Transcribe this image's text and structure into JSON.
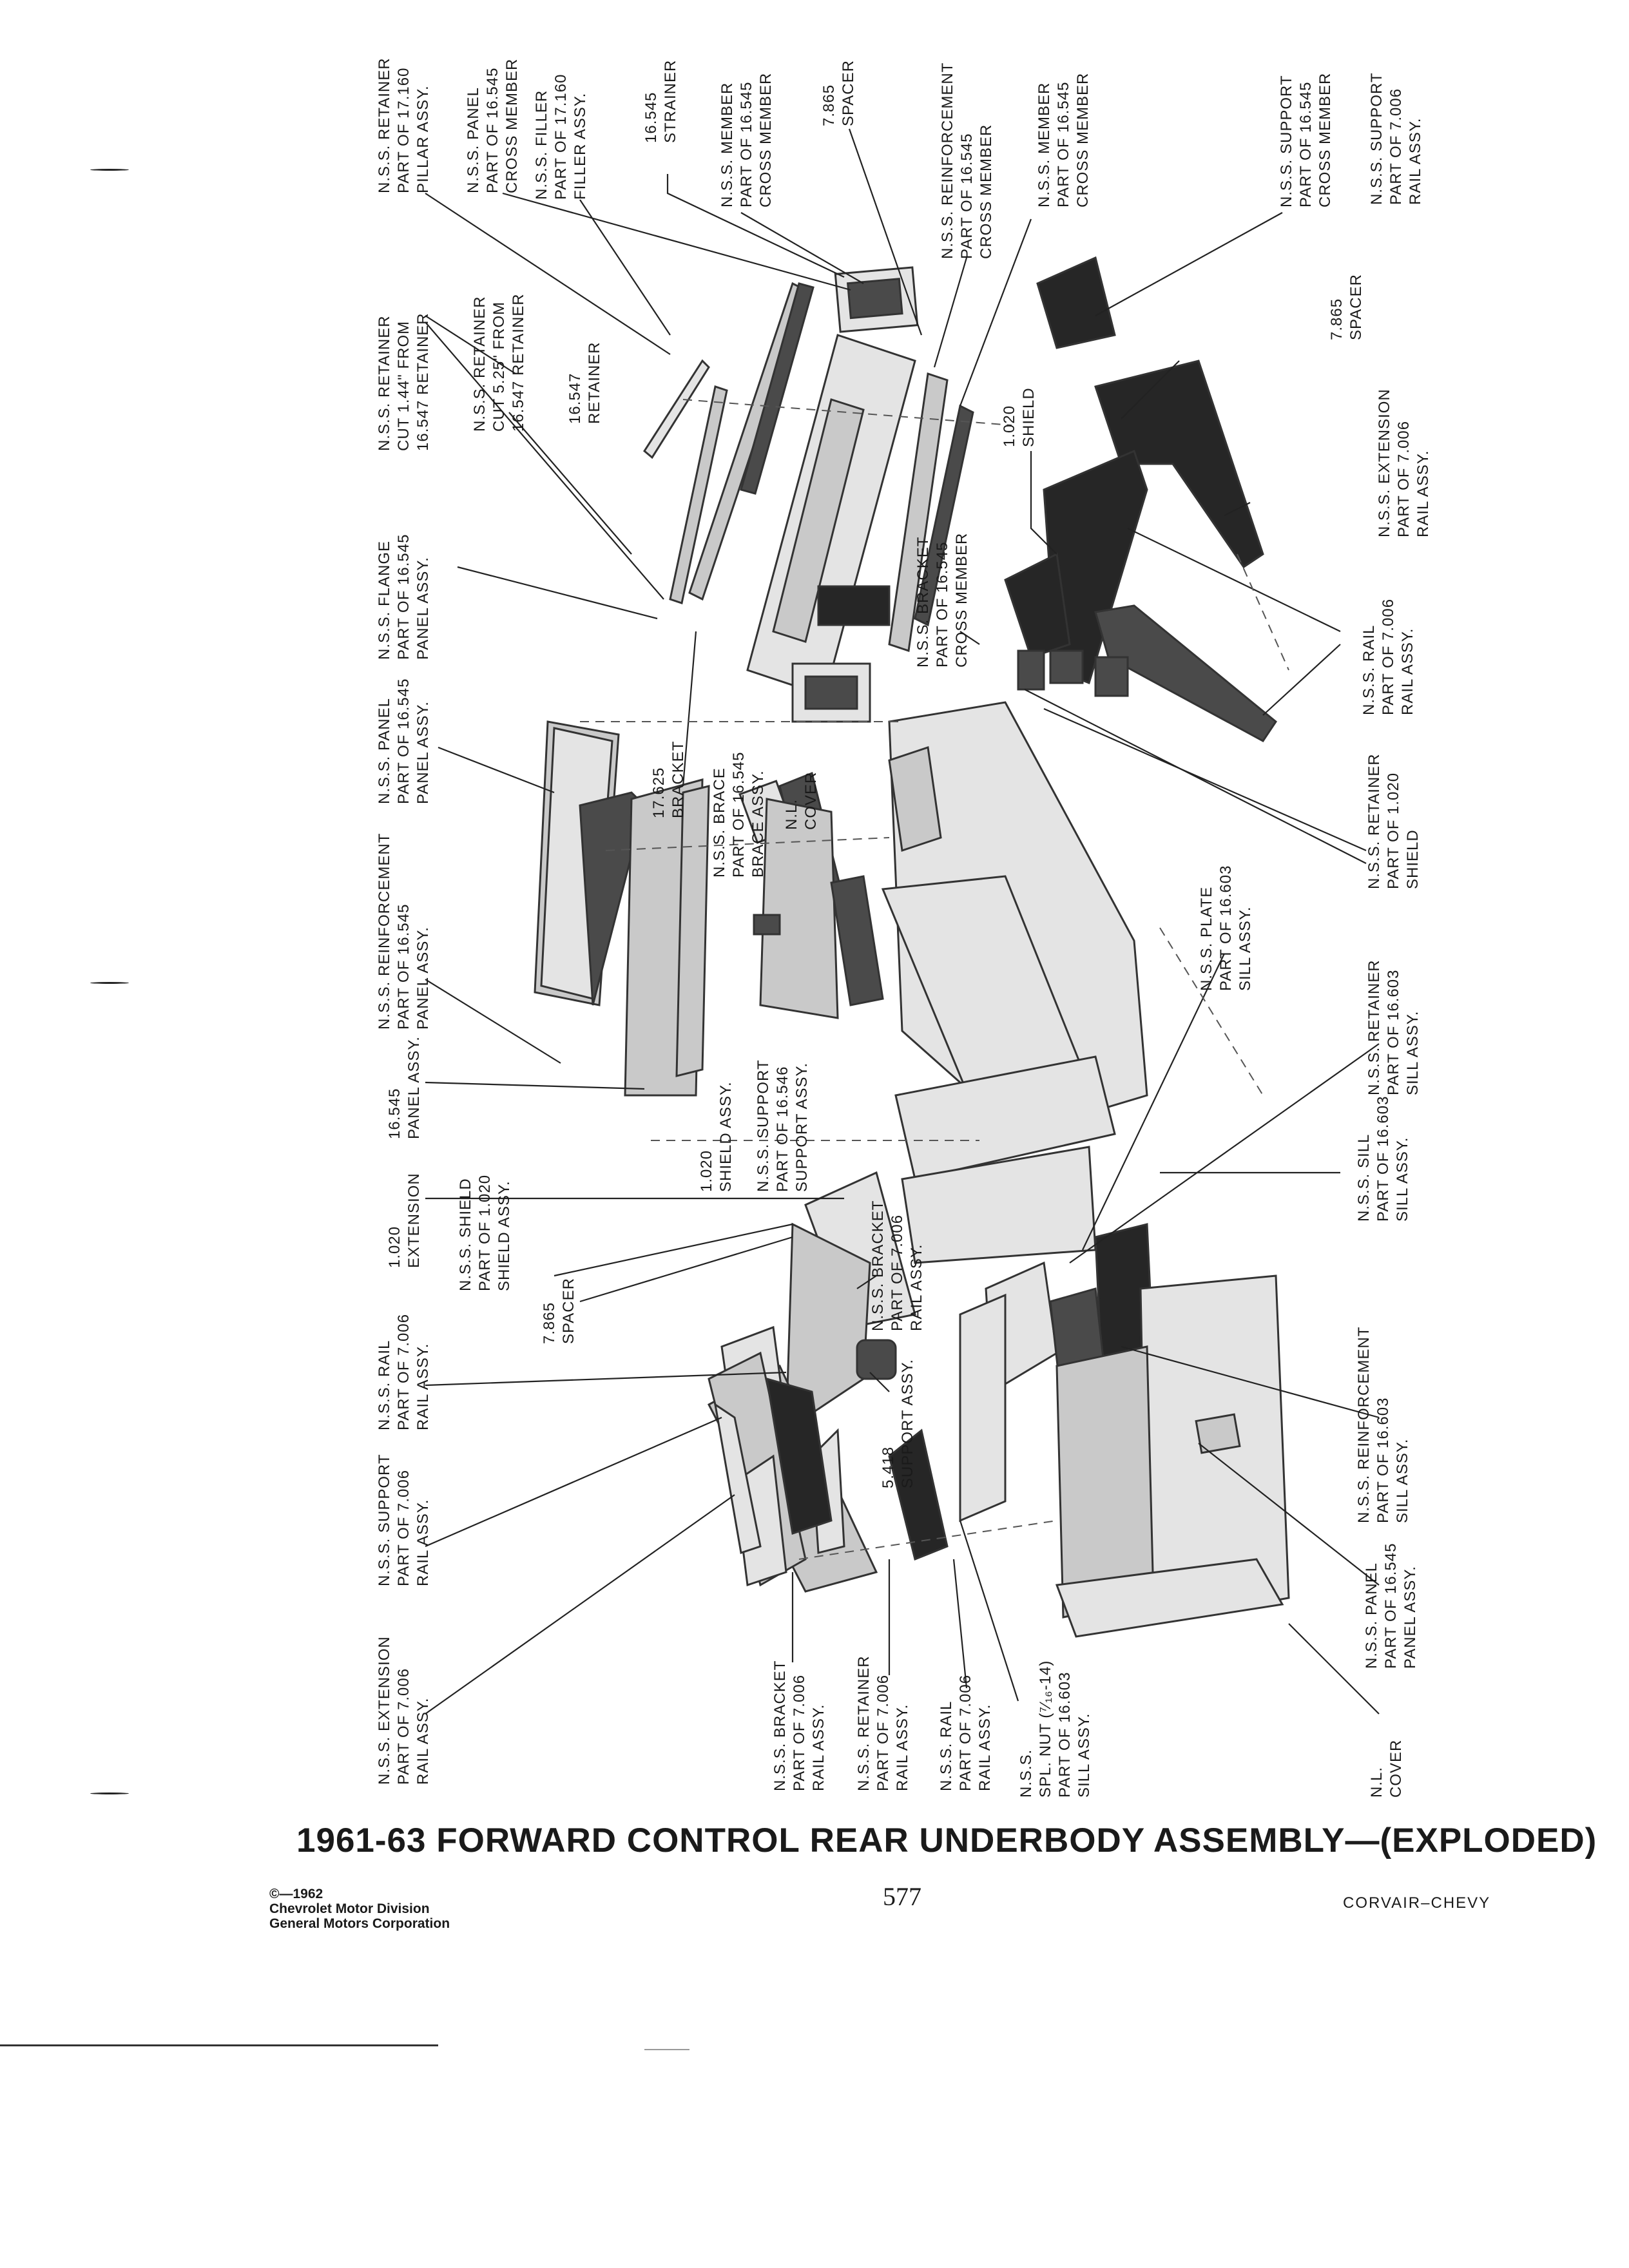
{
  "labels": [
    {
      "id": "nss-retainer-17160",
      "lines": [
        "N.S.S. RETAINER",
        "PART OF 17.160",
        "PILLAR ASSY."
      ]
    },
    {
      "id": "nss-panel-16545-cross",
      "lines": [
        "N.S.S. PANEL",
        "PART OF 16.545",
        "CROSS MEMBER"
      ]
    },
    {
      "id": "nss-filler-17160",
      "lines": [
        "N.S.S. FILLER",
        "PART OF 17.160",
        "FILLER ASSY."
      ]
    },
    {
      "id": "strainer-16545",
      "lines": [
        "16.545",
        "STRAINER"
      ]
    },
    {
      "id": "nss-member-16545-a",
      "lines": [
        "N.S.S. MEMBER",
        "PART OF 16.545",
        "CROSS MEMBER"
      ]
    },
    {
      "id": "spacer-7865-top",
      "lines": [
        "7.865",
        "SPACER"
      ]
    },
    {
      "id": "nss-reinforcement-16545-cross",
      "lines": [
        "N.S.S. REINFORCEMENT",
        "PART OF 16.545",
        "CROSS MEMBER"
      ]
    },
    {
      "id": "nss-member-16545-b",
      "lines": [
        "N.S.S. MEMBER",
        "PART OF 16.545",
        "CROSS MEMBER"
      ]
    },
    {
      "id": "nss-support-16545-cross",
      "lines": [
        "N.S.S. SUPPORT",
        "PART OF 16.545",
        "CROSS MEMBER"
      ]
    },
    {
      "id": "nss-support-7006-top",
      "lines": [
        "N.S.S. SUPPORT",
        "PART OF 7.006",
        "RAIL ASSY."
      ]
    },
    {
      "id": "nss-retainer-cut-144",
      "lines": [
        "N.S.S. RETAINER",
        "CUT 1.44\" FROM",
        "16.547 RETAINER"
      ]
    },
    {
      "id": "nss-retainer-cut-525",
      "lines": [
        "N.S.S. RETAINER",
        "CUT 5.25\" FROM",
        "16.547 RETAINER"
      ]
    },
    {
      "id": "retainer-16547",
      "lines": [
        "16.547",
        "RETAINER"
      ]
    },
    {
      "id": "spacer-7865-right",
      "lines": [
        "7.865",
        "SPACER"
      ]
    },
    {
      "id": "shield-1020-top",
      "lines": [
        "1.020",
        "SHIELD"
      ]
    },
    {
      "id": "nss-extension-7006-top",
      "lines": [
        "N.S.S. EXTENSION",
        "PART OF 7.006",
        "RAIL ASSY."
      ]
    },
    {
      "id": "nss-flange-16545",
      "lines": [
        "N.S.S. FLANGE",
        "PART OF 16.545",
        "PANEL ASSY."
      ]
    },
    {
      "id": "nss-bracket-16545-cross",
      "lines": [
        "N.S.S. BRACKET",
        "PART OF 16.545",
        "CROSS MEMBER"
      ]
    },
    {
      "id": "nss-rail-7006-right",
      "lines": [
        "N.S.S. RAIL",
        "PART OF 7.006",
        "RAIL ASSY."
      ]
    },
    {
      "id": "nss-panel-16545-panel",
      "lines": [
        "N.S.S. PANEL",
        "PART OF 16.545",
        "PANEL ASSY."
      ]
    },
    {
      "id": "bracket-17625",
      "lines": [
        "17.625",
        "BRACKET"
      ]
    },
    {
      "id": "nss-brace-16545",
      "lines": [
        "N.S.S. BRACE",
        "PART OF 16.545",
        "BRACE ASSY."
      ]
    },
    {
      "id": "nl-cover-top",
      "lines": [
        "N.L.",
        "COVER"
      ]
    },
    {
      "id": "nss-retainer-1020",
      "lines": [
        "N.S.S. RETAINER",
        "PART OF 1.020",
        "SHIELD"
      ]
    },
    {
      "id": "nss-reinforcement-16545-panel",
      "lines": [
        "N.S.S. REINFORCEMENT",
        "PART OF 16.545",
        "PANEL ASSY."
      ]
    },
    {
      "id": "nss-plate-16603",
      "lines": [
        "N.S.S. PLATE",
        "PART OF 16.603",
        "SILL ASSY."
      ]
    },
    {
      "id": "panel-16545",
      "lines": [
        "16.545",
        "PANEL ASSY."
      ]
    },
    {
      "id": "shield-1020-assy",
      "lines": [
        "1.020",
        "SHIELD ASSY."
      ]
    },
    {
      "id": "nss-support-16546",
      "lines": [
        "N.S.S. SUPPORT",
        "PART OF 16.546",
        "SUPPORT ASSY."
      ]
    },
    {
      "id": "nss-retainer-16603",
      "lines": [
        "N.S.S. RETAINER",
        "PART OF 16.603",
        "SILL ASSY."
      ]
    },
    {
      "id": "extension-1020",
      "lines": [
        "1.020",
        "EXTENSION"
      ]
    },
    {
      "id": "nss-sill-16603",
      "lines": [
        "N.S.S. SILL",
        "PART OF 16.603",
        "SILL ASSY."
      ]
    },
    {
      "id": "nss-shield-1020",
      "lines": [
        "N.S.S. SHIELD",
        "PART OF 1.020",
        "SHIELD ASSY."
      ]
    },
    {
      "id": "spacer-7865-left",
      "lines": [
        "7.865",
        "SPACER"
      ]
    },
    {
      "id": "nss-bracket-7006-mid",
      "lines": [
        "N.S.S. BRACKET",
        "PART OF 7.006",
        "RAIL ASSY."
      ]
    },
    {
      "id": "nss-rail-7006-left",
      "lines": [
        "N.S.S. RAIL",
        "PART OF 7.006",
        "RAIL ASSY."
      ]
    },
    {
      "id": "support-5418",
      "lines": [
        "5.418",
        "SUPPORT ASSY."
      ]
    },
    {
      "id": "nss-reinforcement-16603",
      "lines": [
        "N.S.S. REINFORCEMENT",
        "PART OF 16.603",
        "SILL ASSY."
      ]
    },
    {
      "id": "nss-support-7006-left",
      "lines": [
        "N.S.S. SUPPORT",
        "PART OF 7.006",
        "RAIL ASSY."
      ]
    },
    {
      "id": "nss-panel-16545-bottom",
      "lines": [
        "N.S.S. PANEL",
        "PART OF 16.545",
        "PANEL ASSY."
      ]
    },
    {
      "id": "nss-extension-7006-left",
      "lines": [
        "N.S.S. EXTENSION",
        "PART OF 7.006",
        "RAIL ASSY."
      ]
    },
    {
      "id": "nss-bracket-7006-bottom",
      "lines": [
        "N.S.S. BRACKET",
        "PART OF 7.006",
        "RAIL ASSY."
      ]
    },
    {
      "id": "nss-retainer-7006-bottom",
      "lines": [
        "N.S.S. RETAINER",
        "PART OF 7.006",
        "RAIL ASSY."
      ]
    },
    {
      "id": "nss-rail-7006-bottom",
      "lines": [
        "N.S.S. RAIL",
        "PART OF 7.006",
        "RAIL ASSY."
      ]
    },
    {
      "id": "nss-spl-nut",
      "lines": [
        "N.S.S.",
        "SPL. NUT (⁷⁄₁₆-14)",
        "PART OF 16.603",
        "SILL ASSY."
      ]
    },
    {
      "id": "nl-cover-bottom",
      "lines": [
        "N.L.",
        "COVER"
      ]
    }
  ],
  "title": "1961-63 FORWARD CONTROL REAR UNDERBODY ASSEMBLY—(EXPLODED)",
  "copyright": [
    "©—1962",
    "Chevrolet Motor Division",
    "General Motors Corporation"
  ],
  "page_number": "577",
  "brand": "CORVAIR–CHEVY"
}
